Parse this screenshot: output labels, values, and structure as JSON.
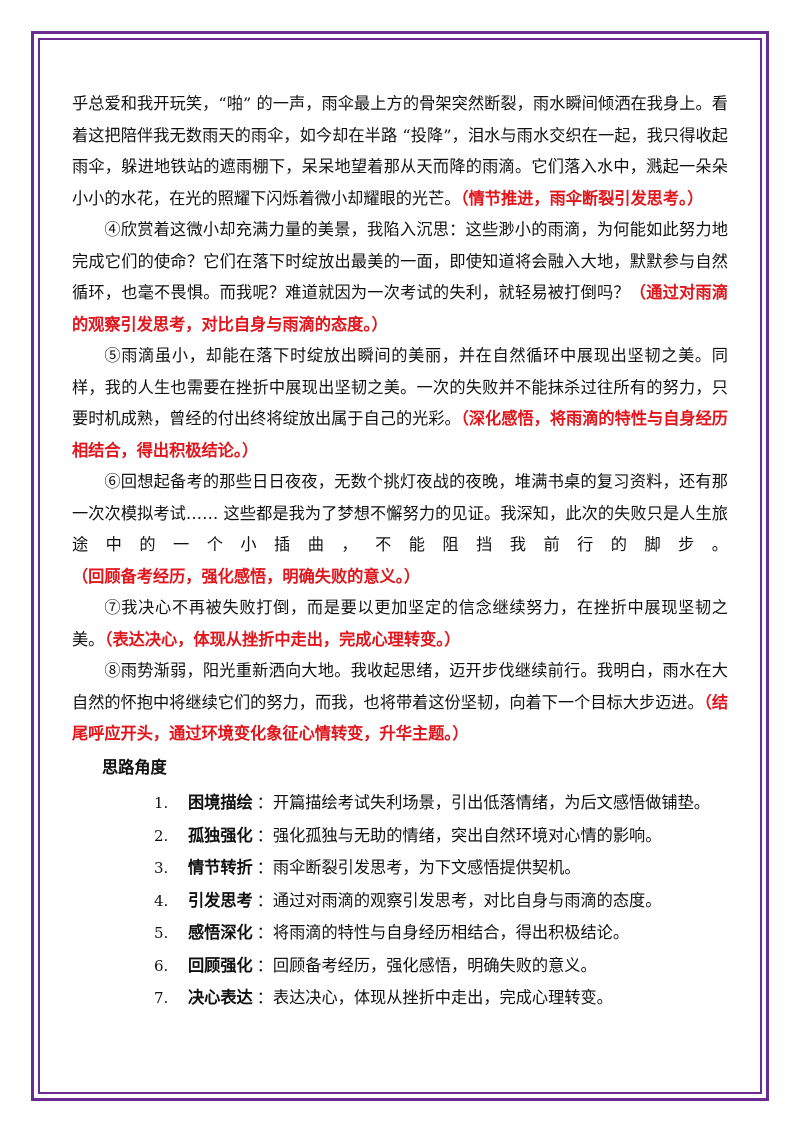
{
  "paragraphs": [
    {
      "text": "乎总爱和我开玩笑，“啪” 的一声，雨伞最上方的骨架突然断裂，雨水瞬间倾洒在我身上。看着这把陪伴我无数雨天的雨伞，如今却在半路 “投降”，泪水与雨水交织在一起，我只得收起雨伞，躲进地铁站的遮雨棚下，呆呆地望着那从天而降的雨滴。它们落入水中，溅起一朵朵小小的水花，在光的照耀下闪烁着微小却耀眼的光芒。",
      "note": "（情节推进，雨伞断裂引发思考。）"
    },
    {
      "text": "④欣赏着这微小却充满力量的美景，我陷入沉思：这些渺小的雨滴，为何能如此努力地完成它们的使命？它们在落下时绽放出最美的一面，即使知道将会融入大地，默默参与自然循环，也毫不畏惧。而我呢？难道就因为一次考试的失利，就轻易被打倒吗？",
      "note": "（通过对雨滴的观察引发思考，对比自身与雨滴的态度。）"
    },
    {
      "text": "⑤雨滴虽小，却能在落下时绽放出瞬间的美丽，并在自然循环中展现出坚韧之美。同样，我的人生也需要在挫折中展现出坚韧之美。一次的失败并不能抹杀过往所有的努力，只要时机成熟，曾经的付出终将绽放出属于自己的光彩。",
      "note": "（深化感悟，将雨滴的特性与自身经历相结合，得出积极结论。）"
    },
    {
      "text": "⑥回想起备考的那些日日夜夜，无数个挑灯夜战的夜晚，堆满书桌的复习资料，还有那一次次模拟考试…… 这些都是我为了梦想不懈努力的见证。我深知，此次的失败只是人生旅途中的一个小插曲，不能阻挡我前行的脚步。",
      "note": "（回顾备考经历，强化感悟，明确失败的意义。）"
    },
    {
      "text": "⑦我决心不再被失败打倒，而是要以更加坚定的信念继续努力，在挫折中展现坚韧之美。",
      "note": "（表达决心，体现从挫折中走出，完成心理转变。）"
    },
    {
      "text": "⑧雨势渐弱，阳光重新洒向大地。我收起思绪，迈开步伐继续前行。我明白，雨水在大自然的怀抱中将继续它们的努力，而我，也将带着这份坚韧，向着下一个目标大步迈进。",
      "note": "（结尾呼应开头，通过环境变化象征心情转变，升华主题。）"
    }
  ],
  "section_heading": "思路角度",
  "steps": [
    {
      "num": "1.",
      "term": "困境描绘",
      "desc": "：开篇描绘考试失利场景，引出低落情绪，为后文感悟做铺垫。"
    },
    {
      "num": "2.",
      "term": "孤独强化",
      "desc": "：强化孤独与无助的情绪，突出自然环境对心情的影响。"
    },
    {
      "num": "3.",
      "term": "情节转折",
      "desc": "：雨伞断裂引发思考，为下文感悟提供契机。"
    },
    {
      "num": "4.",
      "term": "引发思考",
      "desc": "：通过对雨滴的观察引发思考，对比自身与雨滴的态度。"
    },
    {
      "num": "5.",
      "term": "感悟深化",
      "desc": "：将雨滴的特性与自身经历相结合，得出积极结论。"
    },
    {
      "num": "6.",
      "term": "回顾强化",
      "desc": "：回顾备考经历，强化感悟，明确失败的意义。"
    },
    {
      "num": "7.",
      "term": "决心表达",
      "desc": "：表达决心，体现从挫折中走出，完成心理转变。"
    }
  ],
  "colors": {
    "frame": "#6a2c91",
    "note": "#e0161c"
  }
}
